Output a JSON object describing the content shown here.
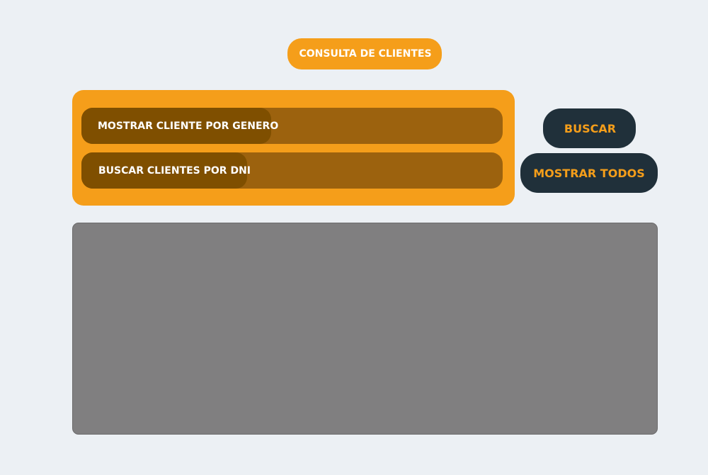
{
  "header": {
    "title": "CONSULTA DE CLIENTES"
  },
  "search_panel": {
    "rows": [
      {
        "label": "MOSTRAR CLIENTE POR GENERO",
        "value": ""
      },
      {
        "label": "BUSCAR CLIENTES POR DNI",
        "value": ""
      }
    ]
  },
  "actions": {
    "search_label": "BUSCAR",
    "show_all_label": "MOSTRAR TODOS"
  },
  "colors": {
    "background": "#ECF0F4",
    "accent_orange": "#F59E1A",
    "row_brown": "#9C620E",
    "label_dark_brown": "#7F4F00",
    "button_dark": "#20303A",
    "results_gray": "#807F80"
  }
}
